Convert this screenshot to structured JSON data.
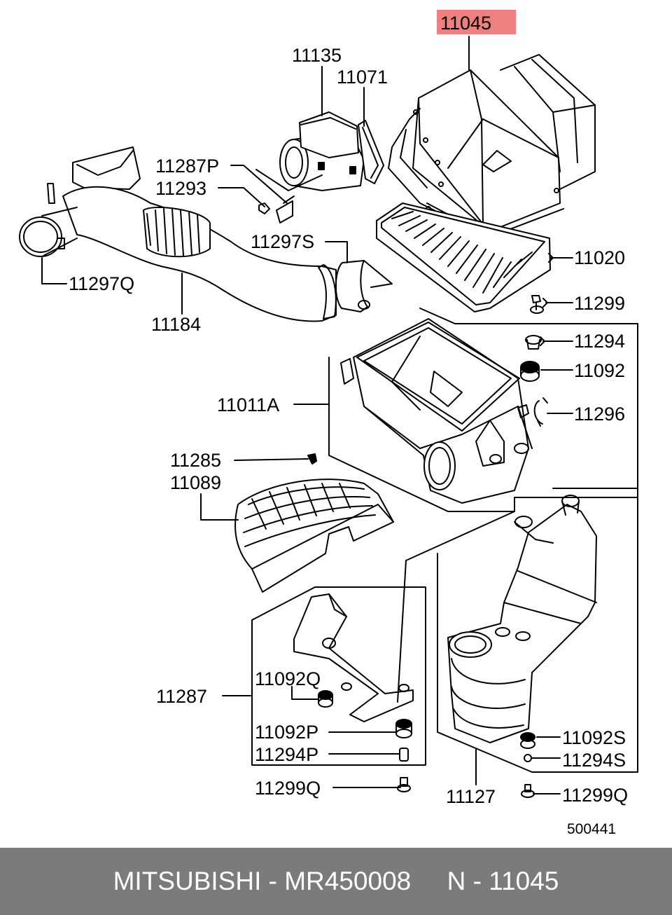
{
  "diagram": {
    "highlight_color": "#f08080",
    "labels": {
      "p11045": "11045",
      "p11135": "11135",
      "p11071": "11071",
      "p11287P": "11287P",
      "p11293": "11293",
      "p11297S": "11297S",
      "p11297Q": "11297Q",
      "p11184": "11184",
      "p11020": "11020",
      "p11299": "11299",
      "p11294": "11294",
      "p11092": "11092",
      "p11011A": "11011A",
      "p11296": "11296",
      "p11285": "11285",
      "p11089": "11089",
      "p11287": "11287",
      "p11092Q": "11092Q",
      "p11092P": "11092P",
      "p11294P": "11294P",
      "p11299Q_left": "11299Q",
      "p11127": "11127",
      "p11092S": "11092S",
      "p11294S": "11294S",
      "p11299Q_right": "11299Q"
    },
    "drawing_number": "500441"
  },
  "footer": {
    "text": "MITSUBISHI - MR450008     N - 11045",
    "background": "#7b7b7b"
  }
}
